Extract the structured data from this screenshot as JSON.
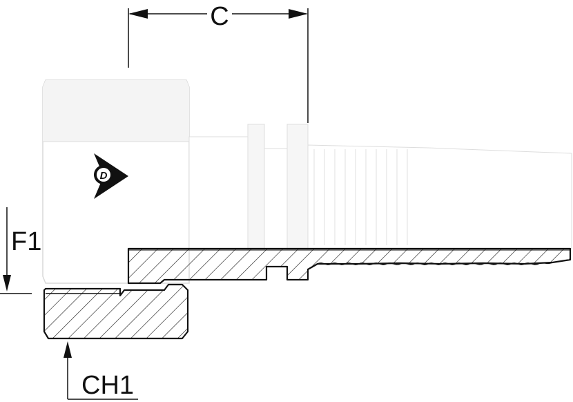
{
  "dimensions": {
    "c_label": "C",
    "f1_label": "F1",
    "ch1_label": "CH1"
  },
  "logo": {
    "letter": "D",
    "icon": "dunlop-logo-icon"
  },
  "colors": {
    "line": "#111111",
    "part_fill": "#ffffff",
    "shade": "#f4f4f4"
  }
}
